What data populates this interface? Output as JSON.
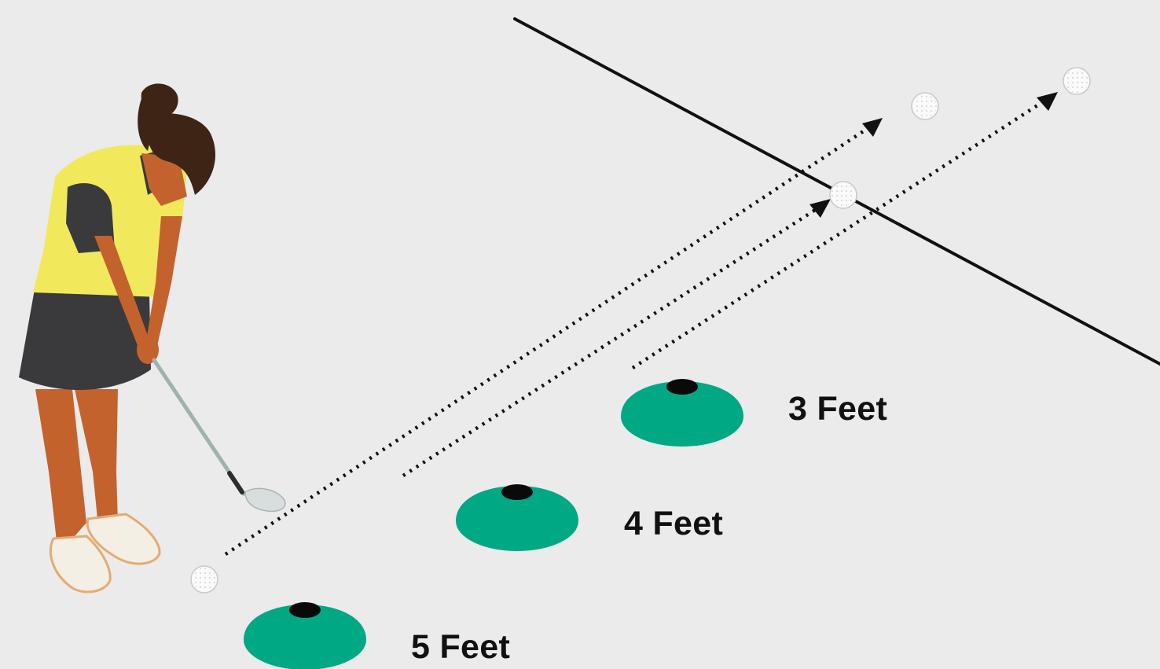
{
  "labels": {
    "cone_3": "3 Feet",
    "cone_4": "4 Feet",
    "cone_5": "5 Feet"
  },
  "colors": {
    "background": "#ebebeb",
    "cone": "#00a884",
    "line": "#111111",
    "shirt": "#f2e85c",
    "skirt": "#3a3a3c",
    "skin": "#c4622d",
    "hair": "#3d2414"
  },
  "icons": {
    "golfer": "golfer-putting-illustration",
    "ball": "golf-ball-icon",
    "cone": "marker-cone-icon",
    "arrow": "arrowhead-icon"
  }
}
